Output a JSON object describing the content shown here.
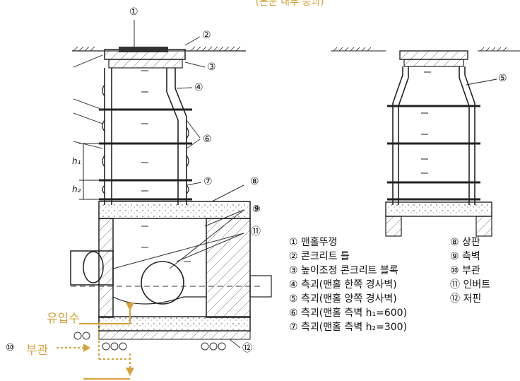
{
  "header_cut": "(본문 내부 붕괴)",
  "callouts": {
    "c1": "①",
    "c2": "②",
    "c3": "③",
    "c4": "④",
    "c5": "⑤",
    "c6": "⑥",
    "c7": "⑦",
    "c8": "⑧",
    "c9": "⑨",
    "c11": "⑪",
    "c12": "⑫",
    "c10": "⑩"
  },
  "dim_labels": {
    "h1": "h₁",
    "h2": "h₂"
  },
  "legend_left": [
    "① 맨홀뚜껑",
    "② 콘크리트 틀",
    "③ 높이조정 콘크리트 블록",
    "④ 측괴(맨홀 한쪽 경사벽)",
    "⑤ 측괴(맨홀 양쪽 경사벽)",
    "⑥ 측괴(맨홀 측벽 h₁=600)",
    "⑦ 측괴(맨홀 측벽 h₂=300)"
  ],
  "legend_right": [
    "⑧ 상판",
    "⑨ 측벽",
    "⑩ 부관",
    "⑪ 인버트",
    "⑫ 저핀"
  ],
  "flow": {
    "inflow": "유입수",
    "subpipe": "부관",
    "subpipe_num": "⑩"
  },
  "colors": {
    "accent": "#d6a23a",
    "line": "#1a1a1a",
    "hatch": "#555555"
  }
}
